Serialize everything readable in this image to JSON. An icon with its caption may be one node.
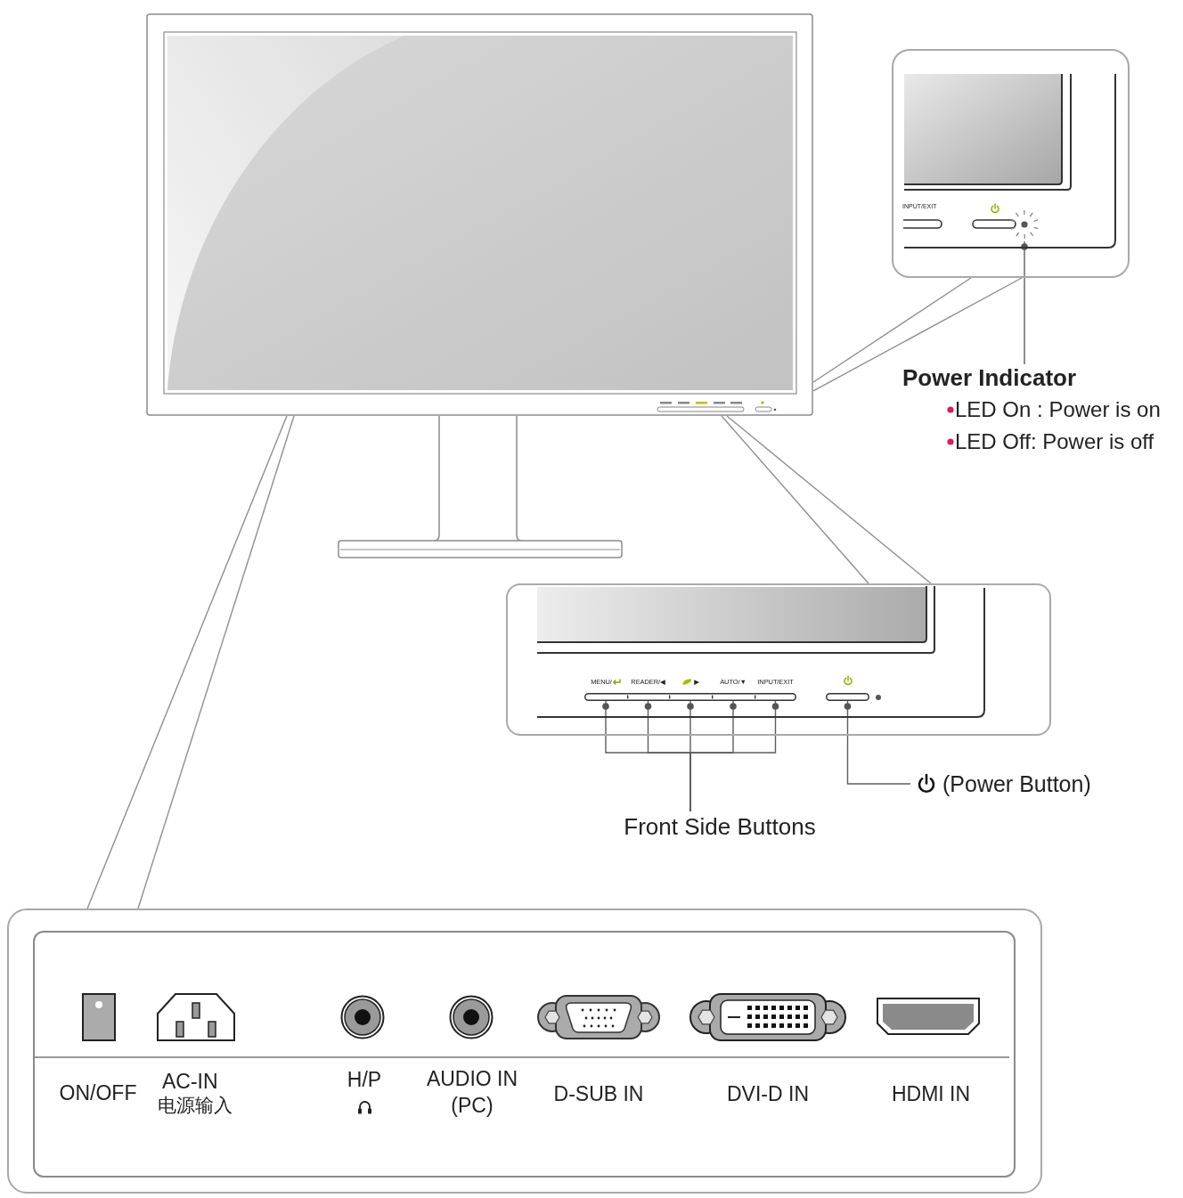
{
  "diagram": {
    "nodes": [
      {
        "text": [],
        "shape": "picture"
      },
      {
        "text": [],
        "shape": "box"
      },
      {
        "text": [],
        "shape": "circle",
        "in": 1
      },
      {
        "text": [
          "Power Indicator",
          "LED On : Power is on",
          "LED Off: Power is off"
        ]
      },
      {
        "text": [],
        "shape": "box"
      },
      {
        "text": [
          "MENU/"
        ],
        "in": 4
      },
      {
        "text": [
          "READER/◀"
        ],
        "in": 4
      },
      {
        "text": [
          "▶"
        ],
        "in": 4
      },
      {
        "text": [
          "AUTO/▼"
        ],
        "in": 4
      },
      {
        "text": [
          "INPUT/EXIT"
        ],
        "in": 4
      },
      {
        "text": [],
        "shape": "bar",
        "in": 4
      },
      {
        "text": [
          "(Power Button)"
        ]
      },
      {
        "text": [
          "Front Side Buttons"
        ]
      },
      {
        "text": [],
        "shape": "box"
      }
    ],
    "edges": [
      {
        "from": 0,
        "to": 1,
        "arrow": "none"
      },
      {
        "from": 0,
        "to": 1,
        "arrow": "none"
      },
      {
        "from": 3,
        "to": 2,
        "arrow": "other"
      },
      {
        "from": 0,
        "to": 4,
        "arrow": "none"
      },
      {
        "from": 0,
        "to": 4,
        "arrow": "none"
      },
      {
        "from": 12,
        "to": 5,
        "arrow": "other"
      },
      {
        "from": 12,
        "to": 6,
        "arrow": "other"
      },
      {
        "from": 12,
        "to": 7,
        "arrow": "other"
      },
      {
        "from": 12,
        "to": 8,
        "arrow": "other"
      },
      {
        "from": 12,
        "to": 9,
        "arrow": "other"
      },
      {
        "from": 11,
        "to": 10,
        "arrow": "other"
      },
      {
        "from": 0,
        "to": 13,
        "arrow": "none"
      },
      {
        "from": 0,
        "to": 13,
        "arrow": "none"
      }
    ],
    "labels": [
      "INPUT/EXIT",
      "ON/OFF",
      "AC-IN",
      "电源输入",
      "H/P",
      "AUDIO IN (PC)",
      "D-SUB IN",
      "DVI-D IN",
      "HDMI IN"
    ]
  }
}
